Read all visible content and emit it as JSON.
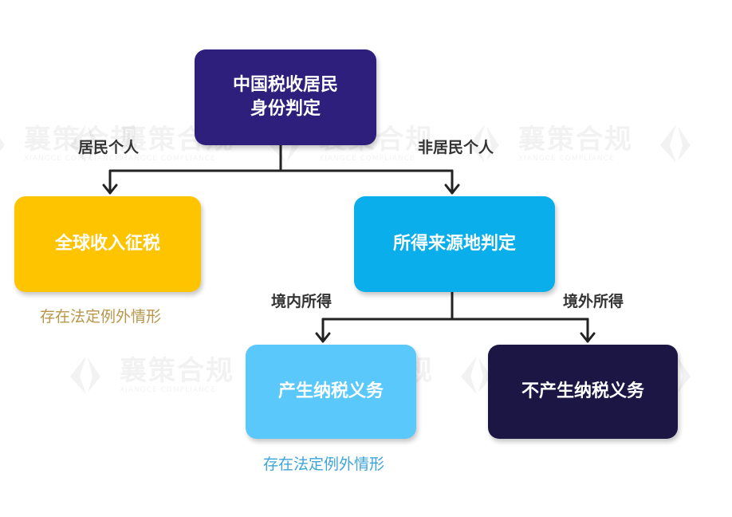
{
  "watermark": {
    "title": "襄策合规",
    "subtitle": "XIANGCE COMPLIANCE"
  },
  "nodes": {
    "root": {
      "line1": "中国税收居民",
      "line2": "身份判定",
      "color": "#2E1F7C"
    },
    "global_tax": {
      "label": "全球收入征税",
      "color": "#FFC400"
    },
    "source_judgment": {
      "label": "所得来源地判定",
      "color": "#0AAEEA"
    },
    "tax_duty": {
      "label": "产生纳税义务",
      "color": "#5AC8FA"
    },
    "no_tax_duty": {
      "label": "不产生纳税义务",
      "color": "#1C1645"
    }
  },
  "edges": {
    "resident": "居民个人",
    "non_resident": "非居民个人",
    "domestic": "境内所得",
    "foreign": "境外所得"
  },
  "notes": {
    "global_exception": {
      "text": "存在法定例外情形",
      "color": "#B8964A"
    },
    "duty_exception": {
      "text": "存在法定例外情形",
      "color": "#3DA5D9"
    }
  }
}
